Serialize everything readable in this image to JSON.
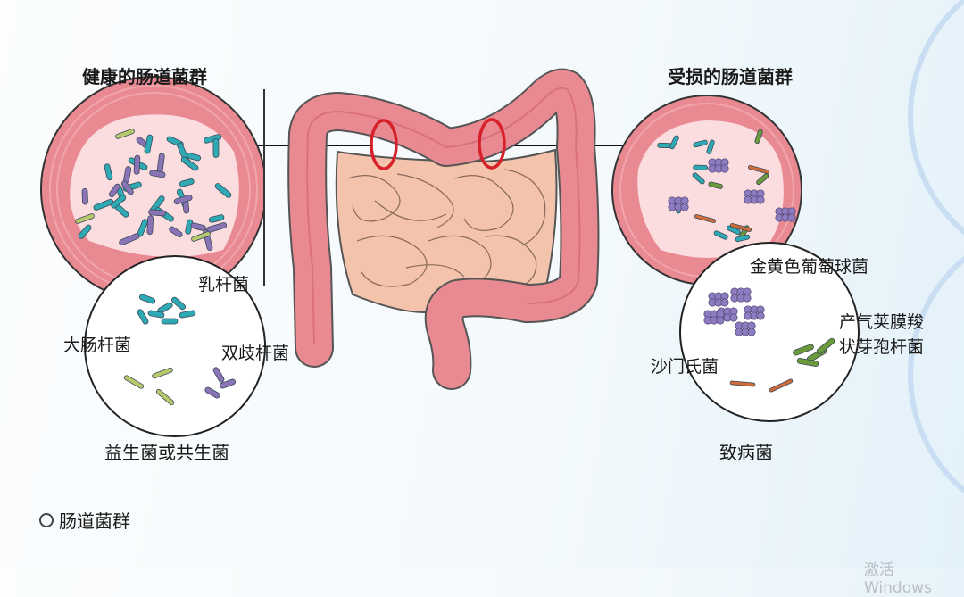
{
  "healthy": {
    "title": "健康的肠道菌群",
    "labels": {
      "lactobacillus": "乳杆菌",
      "ecoli": "大肠杆菌",
      "bifidobacterium": "双歧杆菌"
    },
    "caption": "益生菌或共生菌"
  },
  "damaged": {
    "title": "受损的肠道菌群",
    "labels": {
      "staph": "金黄色葡萄球菌",
      "clostridium_line1": "产气荚膜羧",
      "clostridium_line2": "状芽孢杆菌",
      "salmonella": "沙门氏菌"
    },
    "caption": "致病菌"
  },
  "legend": {
    "label": "肠道菌群"
  },
  "watermark": "激活 Windows",
  "colors": {
    "teal": "#2fa9b3",
    "purple": "#8a74b5",
    "green_rod": "#b7c96a",
    "pink_wall": "#e98a93",
    "lumen": "#fbdde0",
    "intestine": "#f3c3ab",
    "marker": "#d8202a",
    "staph": "#8d7cc0",
    "clostridium": "#6c9a3a",
    "salmonella": "#d06b3a"
  }
}
